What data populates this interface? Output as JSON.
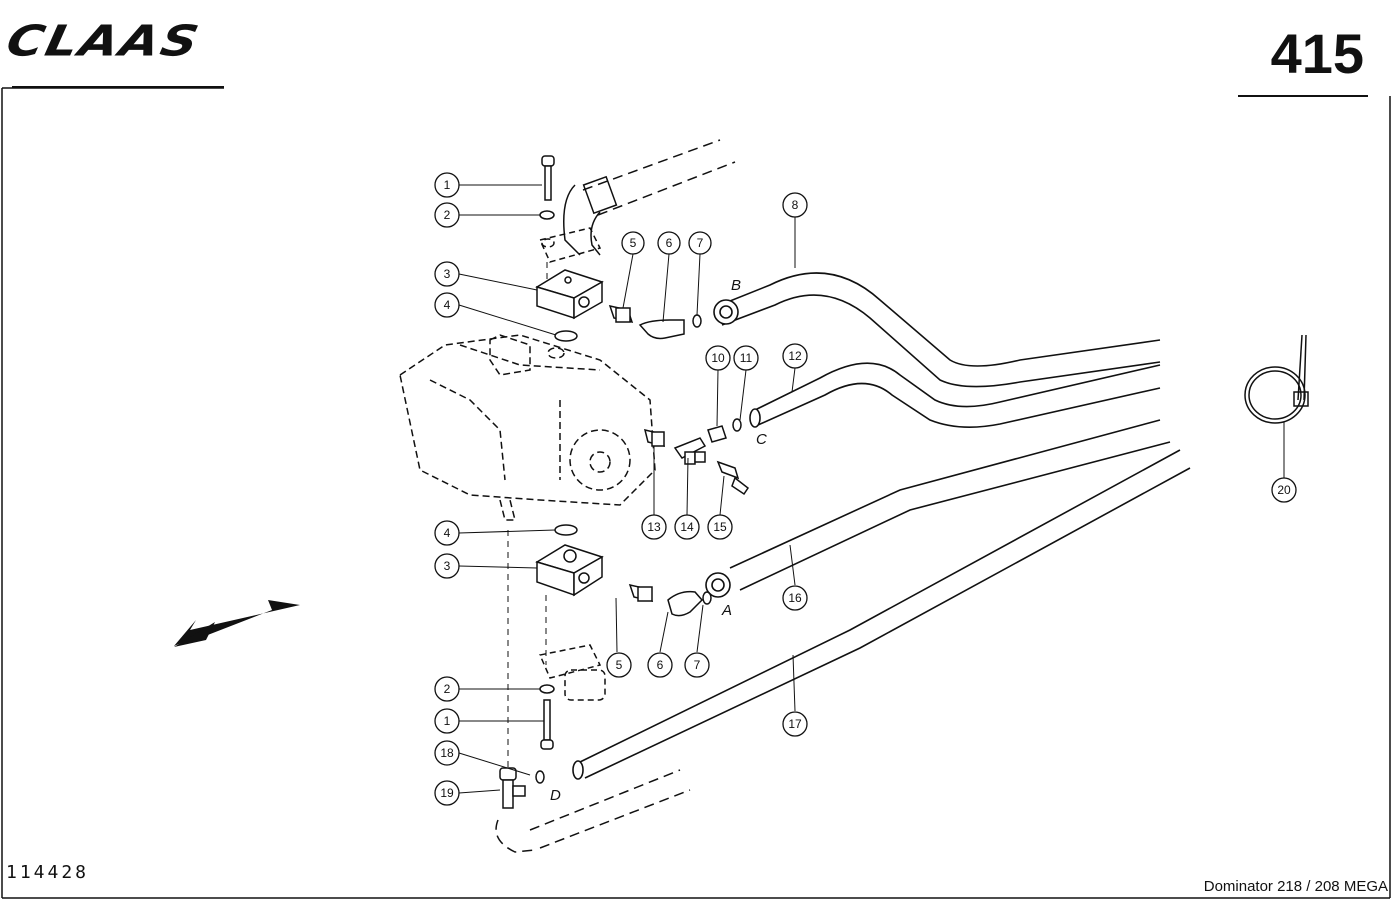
{
  "header": {
    "brand": "CLAAS",
    "page_number": "415"
  },
  "footer": {
    "drawing_number": "114428",
    "model": "Dominator 218 / 208 MEGA"
  },
  "callouts": {
    "c1a": "1",
    "c2a": "2",
    "c3a": "3",
    "c4a": "4",
    "c5a": "5",
    "c6a": "6",
    "c7a": "7",
    "c8": "8",
    "c10": "10",
    "c11": "11",
    "c12": "12",
    "c13": "13",
    "c14": "14",
    "c15": "15",
    "c4b": "4",
    "c3b": "3",
    "c16": "16",
    "c5b": "5",
    "c6b": "6",
    "c7b": "7",
    "c17": "17",
    "c2b": "2",
    "c1b": "1",
    "c18": "18",
    "c19": "19",
    "c20": "20"
  },
  "connections": {
    "a": "A",
    "b": "B",
    "c": "C",
    "d": "D"
  }
}
